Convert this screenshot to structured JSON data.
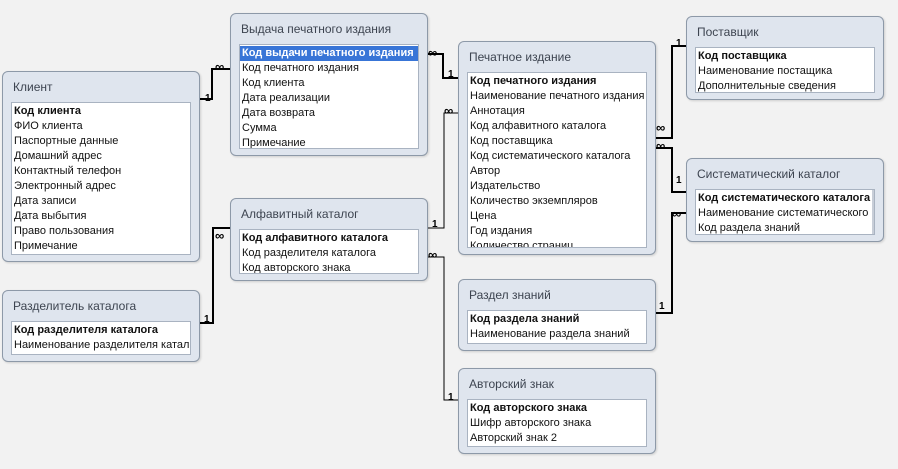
{
  "tables": {
    "client": {
      "title": "Клиент",
      "fields": [
        "Код клиента",
        "ФИО клиента",
        "Паспортные данные",
        "Домашний адрес",
        "Контактный телефон",
        "Электронный адрес",
        "Дата записи",
        "Дата выбытия",
        "Право пользования",
        "Примечание"
      ]
    },
    "issue": {
      "title": "Выдача печатного издания",
      "fields": [
        "Код выдачи печатного издания",
        "Код печатного издания",
        "Код клиента",
        "Дата реализации",
        "Дата возврата",
        "Сумма",
        "Примечание"
      ]
    },
    "publication": {
      "title": "Печатное издание",
      "fields": [
        "Код печатного издания",
        "Наименование печатного издания",
        "Аннотация",
        "Код алфавитного каталога",
        "Код поставщика",
        "Код систематического каталога",
        "Автор",
        "Издательство",
        "Количество экземпляров",
        "Цена",
        "Год издания",
        "Количество страниц"
      ]
    },
    "supplier": {
      "title": "Поставщик",
      "fields": [
        "Код поставщика",
        "Наименование постащика",
        "Дополнительные сведения"
      ]
    },
    "systematic": {
      "title": "Систематический каталог",
      "fields": [
        "Код систематического каталога",
        "Наименование систематического к",
        "Код раздела знаний"
      ]
    },
    "alphabetic": {
      "title": "Алфавитный каталог",
      "fields": [
        "Код алфавитного каталога",
        "Код разделителя каталога",
        "Код авторского знака"
      ]
    },
    "separator": {
      "title": "Разделитель каталога",
      "fields": [
        "Код разделителя каталога",
        "Наименование разделителя катало"
      ]
    },
    "knowledge": {
      "title": "Раздел знаний",
      "fields": [
        "Код раздела знаний",
        "Наименование раздела знаний"
      ]
    },
    "authorsign": {
      "title": "Авторский знак",
      "fields": [
        "Код авторского знака",
        "Шифр авторского знака",
        "Авторский знак 2"
      ]
    }
  },
  "cardinality": {
    "one": "1",
    "many": "∞"
  }
}
